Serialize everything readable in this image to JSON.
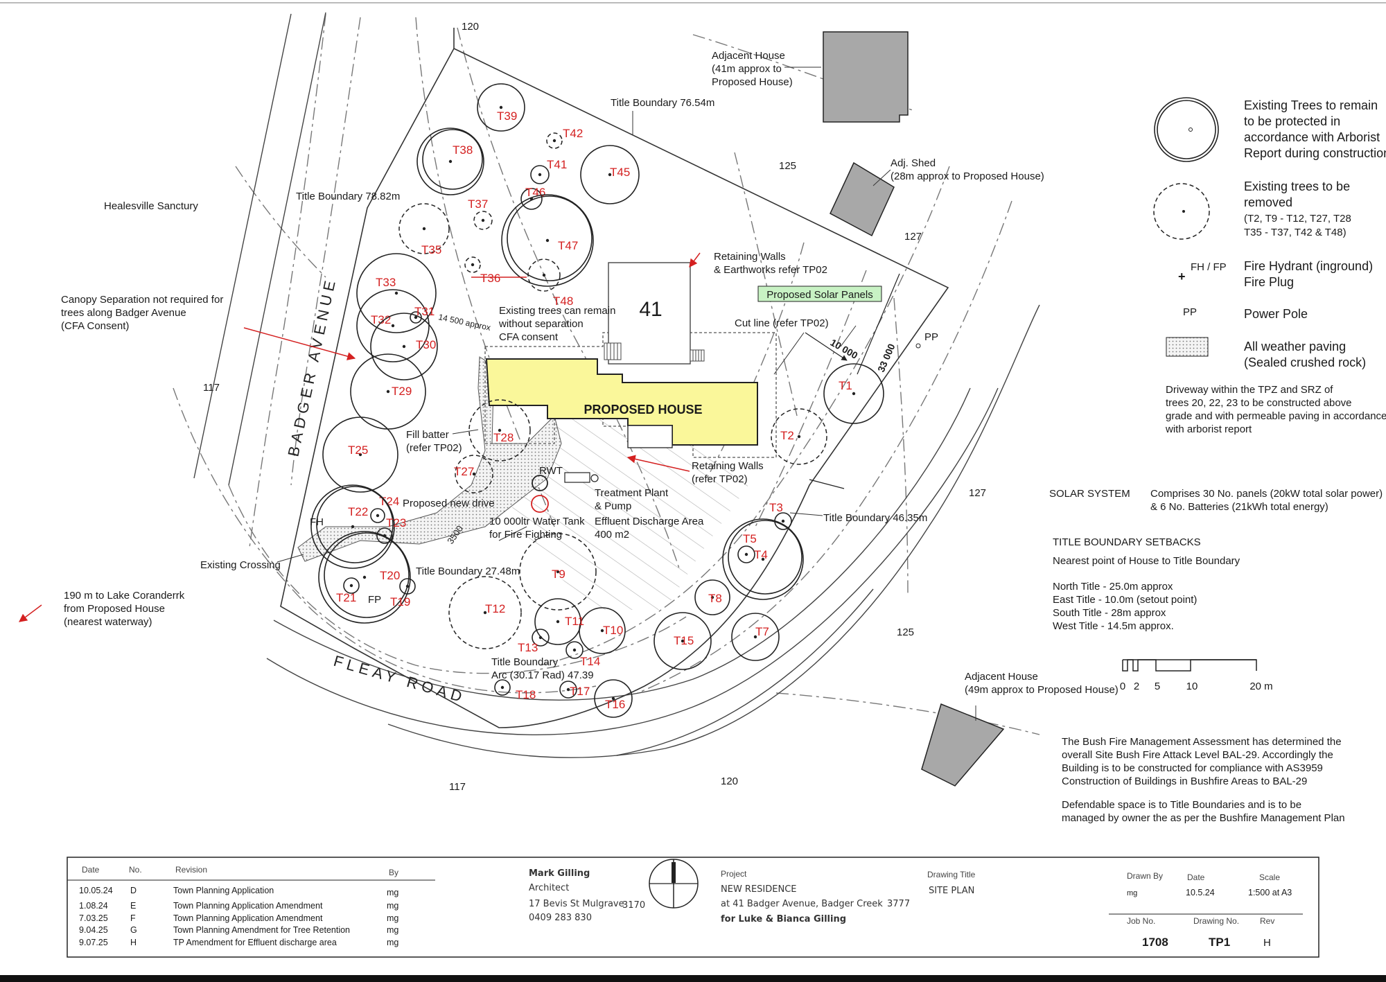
{
  "drawing": {
    "neighbour_left": "Healesville Sanctury",
    "contours": [
      "120",
      "125",
      "127",
      "117",
      "117",
      "127",
      "125",
      "120"
    ],
    "lot_number": "41",
    "proposed_house": "PROPOSED HOUSE",
    "roads": {
      "badger": "BADGER AVENUE",
      "fleay": "FLEAY ROAD"
    },
    "notes": {
      "adjacent_house_north": [
        "Adjacent House",
        "(41m approx to",
        "Proposed House)"
      ],
      "adj_shed": [
        "Adj. Shed",
        "(28m approx to Proposed House)"
      ],
      "title_boundary_north": "Title Boundary  76.54m",
      "title_boundary_west": "Title Boundary  78.82m",
      "retaining_walls_north": [
        "Retaining Walls",
        "& Earthworks refer TP02"
      ],
      "solar_panels": "Proposed Solar Panels",
      "canopy_separation": [
        "Canopy Separation not required for",
        "trees along Badger Avenue",
        "(CFA Consent)"
      ],
      "existing_trees_remain": [
        "Existing trees can remain",
        "without separation",
        "CFA consent"
      ],
      "approx_14500": "14 500 approx",
      "cut_line": "Cut line (refer TP02)",
      "dim_10000": "10 000",
      "dim_33000": "33 000",
      "pp": "PP",
      "fill_batter": [
        "Fill batter",
        "(refer TP02)"
      ],
      "retaining_walls_south": [
        "Retaining Walls",
        "(refer TP02)"
      ],
      "rwt": "RWT",
      "treatment_plant": [
        "Treatment Plant",
        "& Pump"
      ],
      "effluent_area": [
        "Effluent Discharge Area",
        "400 m2"
      ],
      "water_tank": [
        "10 000ltr Water Tank",
        "for Fire Fighting"
      ],
      "proposed_drive": "Proposed new drive",
      "dim_3500": "3500",
      "fh": "FH",
      "fp": "FP",
      "existing_crossing": "Existing Crossing",
      "title_boundary_south": "Title Boundary 27.48m",
      "title_boundary_east": "Title Boundary  46.35m",
      "title_boundary_arc": [
        "Title Boundary",
        "Arc  (30.17 Rad) 47.39"
      ],
      "lake": [
        "190 m to Lake Coranderrk",
        "from Proposed House",
        "(nearest waterway)"
      ],
      "adjacent_house_south": [
        "Adjacent House",
        "(49m approx to Proposed House)"
      ]
    },
    "trees_remain": [
      "T39",
      "T38",
      "T41",
      "T46",
      "T47",
      "T45",
      "T33",
      "T32",
      "T31",
      "T30",
      "T29",
      "T25",
      "T24",
      "T22",
      "T23",
      "T20",
      "T21",
      "T19",
      "T1",
      "T3",
      "T5",
      "T4",
      "T8",
      "T7",
      "T15",
      "T16",
      "T17",
      "T18",
      "T13",
      "T14",
      "T10",
      "T11"
    ],
    "trees_removed": [
      "T42",
      "T37",
      "T35",
      "T36",
      "T48",
      "T28",
      "T27",
      "T9",
      "T12",
      "T2"
    ]
  },
  "legend": {
    "trees_remain": [
      "Existing Trees to remain",
      "to be protected in",
      "accordance with Arborist",
      "Report during construction."
    ],
    "trees_removed": [
      "Existing trees to be",
      "removed"
    ],
    "trees_removed_list": [
      "(T2, T9 - T12, T27, T28",
      "T35 - T37, T42 & T48)"
    ],
    "fh_fp_symbol": "FH / FP",
    "fh_fp": [
      "Fire Hydrant (inground)",
      "Fire Plug"
    ],
    "pp_symbol": "PP",
    "power_pole": "Power Pole",
    "paving": [
      "All weather paving",
      "(Sealed crushed rock)"
    ],
    "driveway_note": [
      "Driveway within the TPZ and SRZ of",
      "trees 20, 22, 23 to be constructed above",
      "grade and with permeable paving in accordance",
      " with arborist report"
    ]
  },
  "solar": {
    "heading": "SOLAR SYSTEM",
    "detail": [
      "Comprises 30 No. panels (20kW total solar power)",
      "& 6 No. Batteries (21kWh total energy)"
    ]
  },
  "setbacks": {
    "heading": "TITLE BOUNDARY SETBACKS",
    "subheading": "Nearest point of House to Title Boundary",
    "items": [
      "North Title - 25.0m approx",
      "East Title - 10.0m (setout point)",
      "South Title - 28m approx",
      "West Title - 14.5m approx."
    ]
  },
  "scale_bar": [
    "0",
    "2",
    "5",
    "10",
    "20 m"
  ],
  "bushfire": {
    "p1": [
      "The Bush Fire Management Assessment has determined the",
      "overall Site Bush Fire Attack Level BAL-29. Accordingly the",
      "Building is to be constructed for compliance with AS3959",
      "Construction of Buildings in Bushfire Areas to BAL-29"
    ],
    "p2": [
      "Defendable space is to Title Boundaries and is to be",
      "managed by owner the as per the Bushfire Management Plan"
    ]
  },
  "title_block": {
    "rev_headers": {
      "date": "Date",
      "no": "No.",
      "revision": "Revision",
      "by": "By"
    },
    "revisions": [
      {
        "date": "10.05.24",
        "no": "D",
        "text": "Town Planning Application",
        "by": "mg"
      },
      {
        "date": "1.08.24",
        "no": "E",
        "text": "Town Planning Application  Amendment",
        "by": "mg"
      },
      {
        "date": "7.03.25",
        "no": "F",
        "text": "Town Planning Application  Amendment",
        "by": "mg"
      },
      {
        "date": "9.04.25",
        "no": "G",
        "text": "Town Planning Amendment for Tree Retention",
        "by": "mg"
      },
      {
        "date": "9.07.25",
        "no": "H",
        "text": "TP Amendment for Effluent discharge area",
        "by": "mg"
      }
    ],
    "architect": {
      "name": "Mark Gilling",
      "title": "Architect",
      "address": "17 Bevis St Mulgrave",
      "postcode": "3170",
      "phone": "0409 283 830"
    },
    "project": {
      "label": "Project",
      "name": "NEW RESIDENCE",
      "address": "at 41 Badger Avenue, Badger Creek",
      "postcode": "3777",
      "client": "for Luke & Bianca Gilling"
    },
    "drawing_title": {
      "label": "Drawing Title",
      "value": "SITE PLAN"
    },
    "drawn_by": {
      "label": "Drawn By",
      "value": "mg"
    },
    "date": {
      "label": "Date",
      "value": "10.5.24"
    },
    "scale": {
      "label": "Scale",
      "value": "1:500   at A3"
    },
    "job_no": {
      "label": "Job No.",
      "value": "1708"
    },
    "drawing_no": {
      "label": "Drawing No.",
      "value": "TP1"
    },
    "rev": {
      "label": "Rev",
      "value": "H"
    }
  }
}
